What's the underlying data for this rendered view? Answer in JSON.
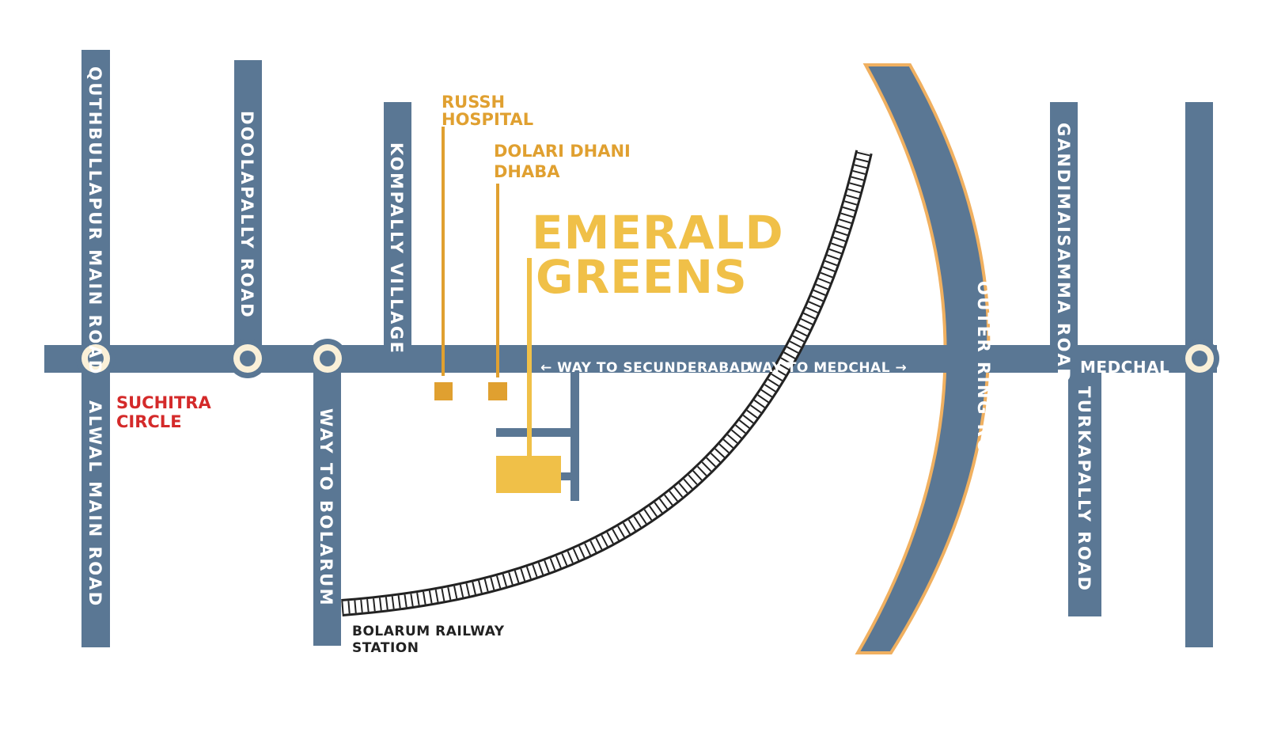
{
  "colors": {
    "road": "#5a7794",
    "circle_fill": "#faf0d8",
    "orr_outline": "#f0b060",
    "poi": "#e0a030",
    "project": "#f0c048",
    "landmark_red": "#d42a2a",
    "rail": "#222222"
  },
  "roads": {
    "quthbullapur": "QUTHBULLAPUR MAIN ROAD",
    "doolapally": "DOOLAPALLY ROAD",
    "kompally_village": "KOMPALLY VILLAGE",
    "alwal": "ALWAL MAIN ROAD",
    "way_to_bolarum": "WAY TO BOLARUM",
    "outer_ring_road": "OUTER RING ROAD",
    "gandimaisamma": "GANDIMAISAMMA ROAD",
    "turkapally": "TURKAPALLY ROAD",
    "way_to_secunderabad": "← WAY TO SECUNDERABAD",
    "way_to_medchal": "WAY TO MEDCHAL →"
  },
  "places": {
    "russh_hospital": [
      "RUSSH",
      "HOSPITAL"
    ],
    "dolari_dhani": [
      "DOLARI DHANI",
      "DHABA"
    ],
    "project": [
      "EMERALD",
      "GREENS"
    ],
    "suchitra_circle": [
      "SUCHITRA",
      "CIRCLE"
    ],
    "medchal": "MEDCHAL",
    "bolarum_station": [
      "BOLARUM RAILWAY",
      "STATION"
    ]
  },
  "icons": {
    "junction": "circle",
    "poi_marker": "square",
    "project_site": "rectangle",
    "railway": "track"
  }
}
